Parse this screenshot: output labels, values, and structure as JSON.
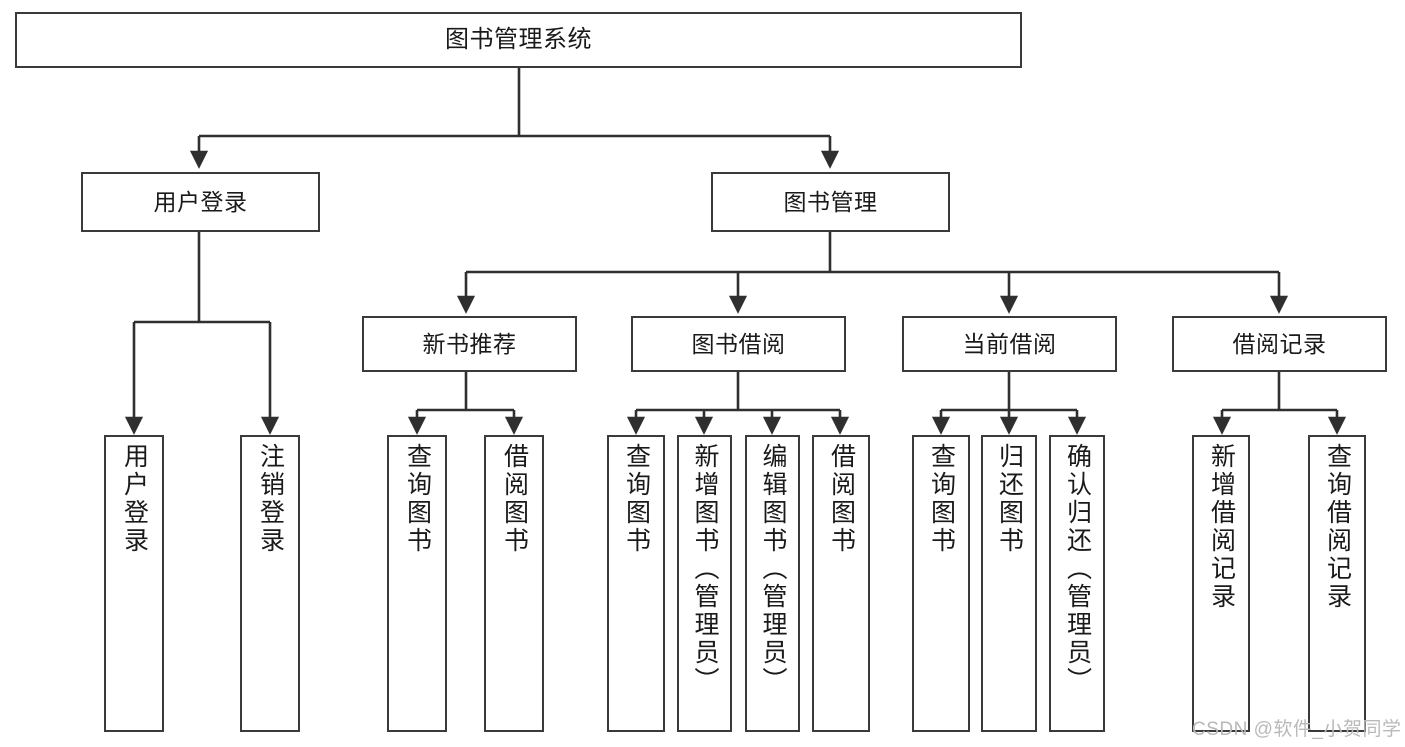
{
  "diagram": {
    "title": "图书管理系统",
    "type": "hierarchy-tree",
    "colors": {
      "box_border": "#3a3a3a",
      "box_fill": "#ffffff",
      "edge": "#2f2f2f",
      "text": "#1a1a1a",
      "watermark": "#b9b9b9"
    },
    "nodes": {
      "root": {
        "label": "图书管理系统"
      },
      "level2": [
        {
          "id": "user-login",
          "label": "用户登录"
        },
        {
          "id": "book-manage",
          "label": "图书管理"
        }
      ],
      "level3": [
        {
          "id": "new-book-recommend",
          "label": "新书推荐"
        },
        {
          "id": "book-borrow",
          "label": "图书借阅"
        },
        {
          "id": "current-borrow",
          "label": "当前借阅"
        },
        {
          "id": "borrow-record",
          "label": "借阅记录"
        }
      ],
      "leaves": {
        "user_login": [
          {
            "id": "leaf-user-login",
            "label": "用户登录"
          },
          {
            "id": "leaf-logout",
            "label": "注销登录"
          }
        ],
        "new_book_recommend": [
          {
            "id": "leaf-query-book-1",
            "label": "查询图书"
          },
          {
            "id": "leaf-borrow-book-1",
            "label": "借阅图书"
          }
        ],
        "book_borrow": [
          {
            "id": "leaf-query-book-2",
            "label": "查询图书"
          },
          {
            "id": "leaf-add-book",
            "label": "新增图书（管理员）"
          },
          {
            "id": "leaf-edit-book",
            "label": "编辑图书（管理员）"
          },
          {
            "id": "leaf-borrow-book-2",
            "label": "借阅图书"
          }
        ],
        "current_borrow": [
          {
            "id": "leaf-query-book-3",
            "label": "查询图书"
          },
          {
            "id": "leaf-return-book",
            "label": "归还图书"
          },
          {
            "id": "leaf-confirm-return",
            "label": "确认归还（管理员）"
          }
        ],
        "borrow_record": [
          {
            "id": "leaf-add-record",
            "label": "新增借阅记录"
          },
          {
            "id": "leaf-query-record",
            "label": "查询借阅记录"
          }
        ]
      }
    },
    "watermark": "CSDN @软件_小贺同学"
  }
}
